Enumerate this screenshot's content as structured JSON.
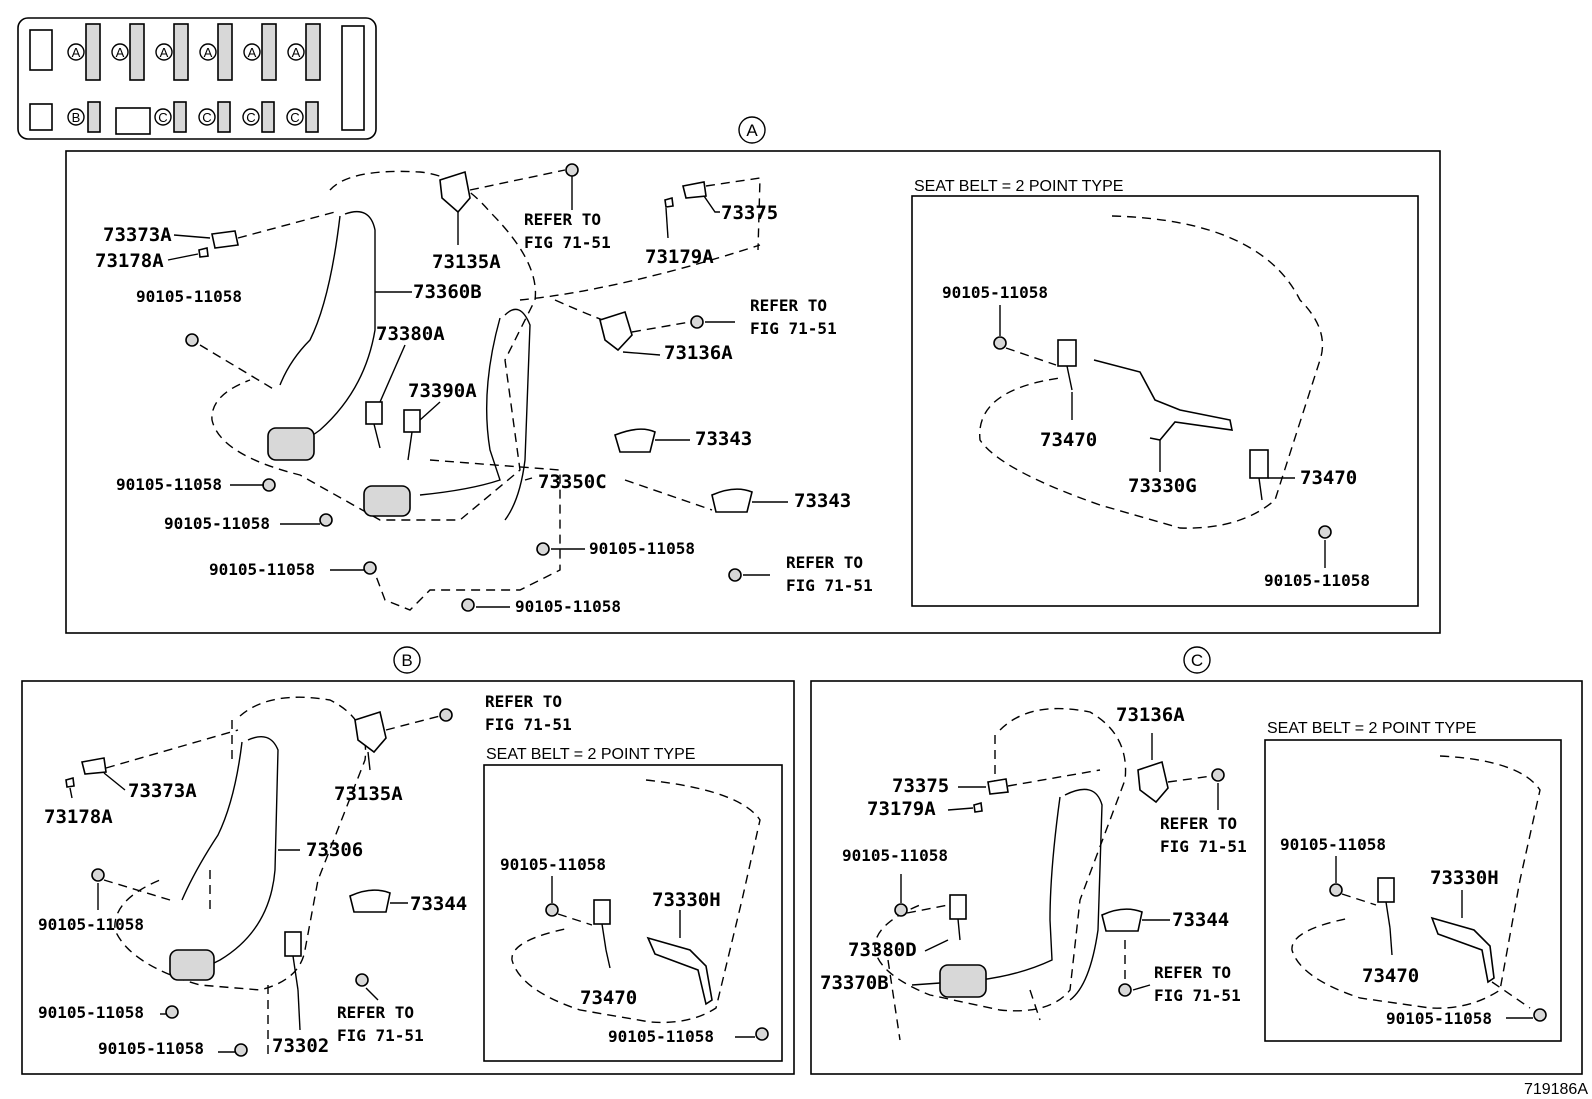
{
  "drawing_number": "719186A",
  "key_map": {
    "row1_marks": [
      "A",
      "A",
      "A",
      "A",
      "A",
      "A"
    ],
    "row2_marks": [
      "B",
      "C",
      "C",
      "C",
      "C"
    ]
  },
  "panel_a": {
    "letter": "A",
    "labels": {
      "p73373A": "73373A",
      "p73178A": "73178A",
      "p73135A": "73135A",
      "p73179A": "73179A",
      "p73375": "73375",
      "p73360B": "73360B",
      "p73380A": "73380A",
      "p73390A": "73390A",
      "p73136A": "73136A",
      "p73343a": "73343",
      "p73343b": "73343",
      "p73350C": "73350C",
      "bolt1": "90105-11058",
      "bolt2": "90105-11058",
      "bolt3": "90105-11058",
      "bolt4": "90105-11058",
      "bolt5": "90105-11058",
      "bolt6": "90105-11058"
    },
    "refs": [
      {
        "line1": "REFER TO",
        "line2": "FIG 71-51"
      },
      {
        "line1": "REFER TO",
        "line2": "FIG 71-51"
      },
      {
        "line1": "REFER TO",
        "line2": "FIG 71-51"
      }
    ],
    "inset": {
      "caption": "SEAT BELT = 2 POINT TYPE",
      "bolt1": "90105-11058",
      "bolt2": "90105-11058",
      "p73470a": "73470",
      "p73470b": "73470",
      "p73330G": "73330G"
    }
  },
  "panel_b": {
    "letter": "B",
    "labels": {
      "p73373A": "73373A",
      "p73178A": "73178A",
      "p73135A": "73135A",
      "p73306": "73306",
      "p73344": "73344",
      "p73302": "73302",
      "bolt1": "90105-11058",
      "bolt2": "90105-11058",
      "bolt3": "90105-11058"
    },
    "refs": [
      {
        "line1": "REFER TO",
        "line2": "FIG 71-51"
      },
      {
        "line1": "REFER TO",
        "line2": "FIG 71-51"
      }
    ],
    "inset": {
      "caption": "SEAT BELT = 2 POINT TYPE",
      "bolt1": "90105-11058",
      "bolt2": "90105-11058",
      "p73330H": "73330H",
      "p73470": "73470"
    }
  },
  "panel_c": {
    "letter": "C",
    "labels": {
      "p73136A": "73136A",
      "p73375": "73375",
      "p73179A": "73179A",
      "p73380D": "73380D",
      "p73370B": "73370B",
      "p73344": "73344",
      "bolt1": "90105-11058"
    },
    "refs": [
      {
        "line1": "REFER TO",
        "line2": "FIG 71-51"
      },
      {
        "line1": "REFER TO",
        "line2": "FIG 71-51"
      }
    ],
    "inset": {
      "caption": "SEAT BELT = 2 POINT TYPE",
      "bolt1": "90105-11058",
      "bolt2": "90105-11058",
      "p73330H": "73330H",
      "p73470": "73470"
    }
  }
}
